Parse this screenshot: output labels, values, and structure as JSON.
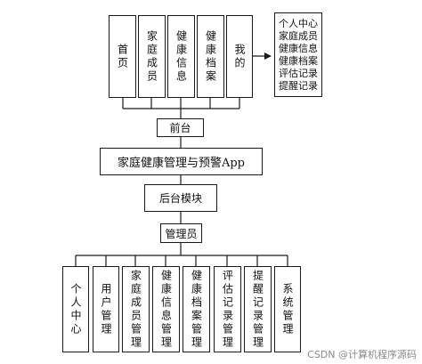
{
  "frontend_menu": [
    "首页",
    "家庭成员",
    "健康信息",
    "健康档案",
    "我的"
  ],
  "my_submenu": [
    "个人中心",
    "家庭成员",
    "健康信息",
    "健康档案",
    "评估记录",
    "提醒记录"
  ],
  "frontend": "前台",
  "system_title": "家庭健康管理与预警App",
  "backend": "后台模块",
  "admin": "管理员",
  "admin_menu": [
    "个人中心",
    "用户管理",
    "家庭成员管理",
    "健康信息管理",
    "健康档案管理",
    "评估记录管理",
    "提醒记录管理",
    "系统管理"
  ],
  "watermark": "CSDN @计算机程序源码"
}
